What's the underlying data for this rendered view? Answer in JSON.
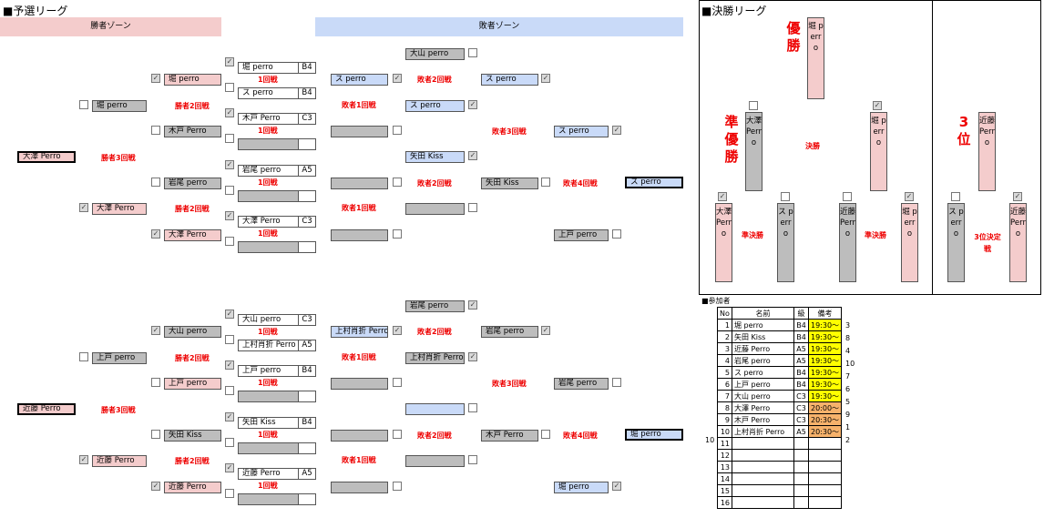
{
  "prelim": {
    "title": "■予選リーグ",
    "winners_zone": "勝者ゾーン",
    "losers_zone": "敗者ゾーン"
  },
  "finals": {
    "title": "■決勝リーグ",
    "champion_label": "優勝",
    "champion": "堀 perro",
    "runnerup_label": "準優勝",
    "runnerup": "大澤 Perro",
    "third_label": "3位",
    "third": "近藤 Perro",
    "final_label": "決勝",
    "final_left": "大澤 Perro",
    "final_right": "堀 perro",
    "semi_label": "準決勝",
    "semi1_a": "大澤 Perro",
    "semi1_b": "ス perro",
    "semi2_a": "近藤 Perro",
    "semi2_b": "堀 perro",
    "third_match_label": "3位決定戦",
    "third_a": "ス perro",
    "third_b": "近藤 Perro"
  },
  "labels": {
    "r1": "1回戦",
    "w2": "勝者2回戦",
    "w3": "勝者3回戦",
    "l1": "敗者1回戦",
    "l2": "敗者2回戦",
    "l3": "敗者3回戦",
    "l4": "敗者4回戦"
  },
  "blockA": {
    "r1": [
      {
        "name": "堀 perro",
        "lv": "B4"
      },
      {
        "name": "ス perro",
        "lv": "B4"
      },
      {
        "name": "木戸 Perro",
        "lv": "C3"
      },
      {
        "name": "",
        "lv": ""
      },
      {
        "name": "岩尾 perro",
        "lv": "A5"
      },
      {
        "name": "",
        "lv": ""
      },
      {
        "name": "大澤 Perro",
        "lv": "C3"
      },
      {
        "name": "",
        "lv": ""
      }
    ],
    "w2in": [
      "堀 perro",
      "木戸 Perro",
      "岩尾 perro",
      "大澤 Perro"
    ],
    "w2out": [
      "堀 perro",
      "大澤 Perro"
    ],
    "w3": "大澤 Perro",
    "l1": [
      "ス perro",
      "",
      "",
      ""
    ],
    "l2": [
      "ス perro",
      "矢田 Kiss",
      "",
      ""
    ],
    "l2w": [
      "ス perro",
      "矢田 Kiss"
    ],
    "top": "大山 perro",
    "l3": [
      "ス perro",
      "矢田 Kiss",
      "上戸 perro"
    ],
    "l4": "ス perro"
  },
  "blockB": {
    "r1": [
      {
        "name": "大山 perro",
        "lv": "C3"
      },
      {
        "name": "上村肖折 Perro",
        "lv": "A5"
      },
      {
        "name": "上戸 perro",
        "lv": "B4"
      },
      {
        "name": "",
        "lv": ""
      },
      {
        "name": "矢田 Kiss",
        "lv": "B4"
      },
      {
        "name": "",
        "lv": ""
      },
      {
        "name": "近藤 Perro",
        "lv": "A5"
      },
      {
        "name": "",
        "lv": ""
      }
    ],
    "w2in": [
      "大山 perro",
      "上戸 perro",
      "矢田 Kiss",
      "近藤 Perro"
    ],
    "w2out": [
      "上戸 perro",
      "近藤 Perro"
    ],
    "w3": "近藤 Perro",
    "l1": [
      "上村肖折 Perro",
      "",
      "",
      ""
    ],
    "l2": [
      "上村肖折 Perro",
      "",
      "",
      ""
    ],
    "l2w": [
      "岩尾 perro",
      "木戸 Perro"
    ],
    "top": "岩尾 perro",
    "l3": [
      "上村肖折 Perro",
      "岩尾 perro",
      "木戸 Perro",
      "堀 perro"
    ],
    "l4": "堀 perro"
  },
  "participants": {
    "title": "■参加者",
    "headers": [
      "No",
      "名前",
      "級",
      "備考"
    ],
    "rows": [
      {
        "no": "1",
        "name": "堀 perro",
        "lv": "B4",
        "time": "19:30～",
        "ex": "3"
      },
      {
        "no": "2",
        "name": "矢田 Kiss",
        "lv": "B4",
        "time": "19:30～",
        "ex": "8"
      },
      {
        "no": "3",
        "name": "近藤 Perro",
        "lv": "A5",
        "time": "19:30～",
        "ex": "4"
      },
      {
        "no": "4",
        "name": "岩尾 perro",
        "lv": "A5",
        "time": "19:30～",
        "ex": "10"
      },
      {
        "no": "5",
        "name": "ス perro",
        "lv": "B4",
        "time": "19:30～",
        "ex": "7"
      },
      {
        "no": "6",
        "name": "上戸 perro",
        "lv": "B4",
        "time": "19:30～",
        "ex": "6"
      },
      {
        "no": "7",
        "name": "大山 perro",
        "lv": "C3",
        "time": "19:30～",
        "ex": "5"
      },
      {
        "no": "8",
        "name": "大澤 Perro",
        "lv": "C3",
        "time": "20:00～",
        "ex": "9"
      },
      {
        "no": "9",
        "name": "木戸 Perro",
        "lv": "C3",
        "time": "20:30～",
        "ex": "1"
      },
      {
        "no": "10",
        "name": "上村肖折 Perro",
        "lv": "A5",
        "time": "20:30～",
        "ex": "2",
        "lead": "10"
      },
      {
        "no": "11",
        "name": "",
        "lv": "",
        "time": "",
        "ex": ""
      },
      {
        "no": "12",
        "name": "",
        "lv": "",
        "time": "",
        "ex": ""
      },
      {
        "no": "13",
        "name": "",
        "lv": "",
        "time": "",
        "ex": ""
      },
      {
        "no": "14",
        "name": "",
        "lv": "",
        "time": "",
        "ex": ""
      },
      {
        "no": "15",
        "name": "",
        "lv": "",
        "time": "",
        "ex": ""
      },
      {
        "no": "16",
        "name": "",
        "lv": "",
        "time": "",
        "ex": ""
      }
    ],
    "colors": {
      "yellow": "#ffff00",
      "orange": "#f6b26b"
    }
  }
}
